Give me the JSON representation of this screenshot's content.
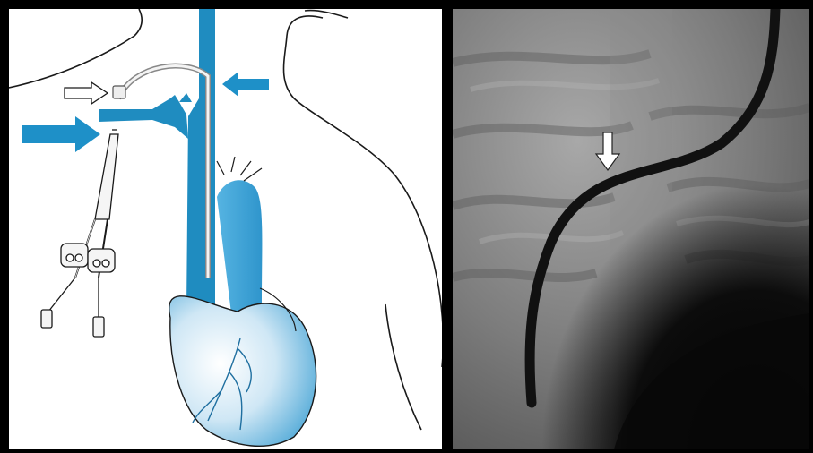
{
  "figure": {
    "panels": [
      {
        "id": "illustration",
        "content": "catheter-placement-illustration"
      },
      {
        "id": "radiograph",
        "content": "fluoroscopy-catheter-image"
      }
    ],
    "colors": {
      "border": "#000000",
      "vein_blue": "#1f8cc0",
      "heart_light": "#bfe0f2",
      "arrow_blue": "#1e90c8",
      "outline": "#1a1a1a",
      "xray_dark": "#0c0c0c",
      "xray_light": "#9a9a9a"
    },
    "icons": [
      "white-arrow-icon",
      "blue-arrow-icon",
      "catheter-icon",
      "heart-icon",
      "arrow-down-icon"
    ]
  }
}
